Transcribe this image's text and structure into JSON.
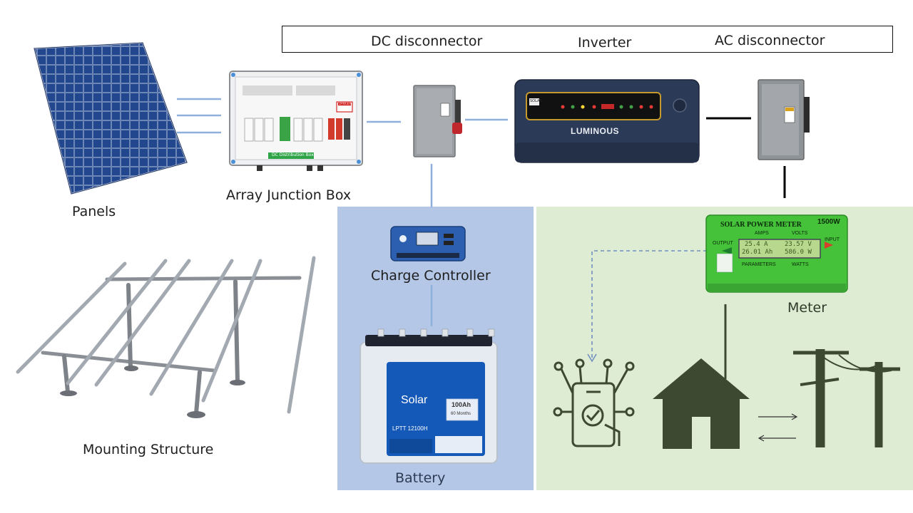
{
  "labels": {
    "dc_disconnector": "DC disconnector",
    "inverter": "Inverter",
    "ac_disconnector": "AC disconnector",
    "panels": "Panels",
    "array_junction_box": "Array Junction Box",
    "charge_controller": "Charge Controller",
    "meter": "Meter",
    "mounting_structure": "Mounting Structure",
    "battery": "Battery"
  },
  "device_text": {
    "junction_box_tag": "DC Distribution Box",
    "junction_box_warning": "DANGER",
    "inverter_brand": "LUMINOUS",
    "inverter_badge": "SOLAR",
    "meter_title": "SOLAR POWER METER",
    "meter_rating": "1500W",
    "meter_amps": "AMPS",
    "meter_volts": "VOLTS",
    "meter_output": "OUTPUT",
    "meter_input": "INPUT",
    "meter_parameters": "PARAMETERS",
    "meter_watts": "WATTS",
    "meter_reading_1": "25.4 A",
    "meter_reading_2": "23.57 V",
    "meter_reading_3": "26.01 Ah",
    "meter_reading_4": "586.0 W",
    "battery_brand": "Solar",
    "battery_capacity": "100Ah",
    "battery_model": "LPTT 12100H",
    "battery_warranty": "60 Months"
  },
  "colors": {
    "battery_panel": "#b4c7e7",
    "meter_panel": "#dfecd4",
    "connector_blue": "#8fb0da",
    "connector_black": "#000000",
    "icon_green": "#3d4a31",
    "meter_body": "#49c43a",
    "solar_panel": "#1f3566",
    "inverter_body": "#2b3a57"
  }
}
